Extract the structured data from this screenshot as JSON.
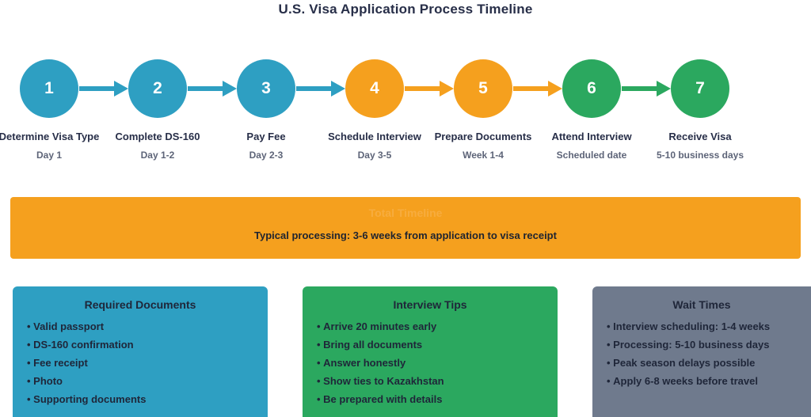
{
  "title": "U.S. Visa Application Process Timeline",
  "colors": {
    "blue": "#2E9FC2",
    "orange": "#F5A01E",
    "green": "#2BA85F",
    "slate": "#6F7A8D",
    "dark_navy": "#272E48",
    "sublabel_gray": "#5D6478"
  },
  "timeline": {
    "steps": [
      {
        "num": "1",
        "label": "Determine Visa Type",
        "sublabel": "Day 1",
        "color": "blue"
      },
      {
        "num": "2",
        "label": "Complete DS-160",
        "sublabel": "Day 1-2",
        "color": "blue"
      },
      {
        "num": "3",
        "label": "Pay Fee",
        "sublabel": "Day 2-3",
        "color": "blue"
      },
      {
        "num": "4",
        "label": "Schedule Interview",
        "sublabel": "Day 3-5",
        "color": "orange"
      },
      {
        "num": "5",
        "label": "Prepare Documents",
        "sublabel": "Week 1-4",
        "color": "orange"
      },
      {
        "num": "6",
        "label": "Attend Interview",
        "sublabel": "Scheduled date",
        "color": "green"
      },
      {
        "num": "7",
        "label": "Receive Visa",
        "sublabel": "5-10 business days",
        "color": "green"
      }
    ],
    "arrow_colors": [
      "blue",
      "blue",
      "blue",
      "orange",
      "orange",
      "green"
    ]
  },
  "banner": {
    "heading": "Total Timeline",
    "text": "Typical processing: 3-6 weeks from application to visa receipt"
  },
  "info_boxes": [
    {
      "title": "Required Documents",
      "color": "blue",
      "items": [
        "Valid passport",
        "DS-160 confirmation",
        "Fee receipt",
        "Photo",
        "Supporting documents"
      ]
    },
    {
      "title": "Interview Tips",
      "color": "green",
      "items": [
        "Arrive 20 minutes early",
        "Bring all documents",
        "Answer honestly",
        "Show ties to Kazakhstan",
        "Be prepared with details"
      ]
    },
    {
      "title": "Wait Times",
      "color": "slate",
      "items": [
        "Interview scheduling: 1-4 weeks",
        "Processing: 5-10 business days",
        "Peak season delays possible",
        "Apply 6-8 weeks before travel"
      ]
    }
  ]
}
